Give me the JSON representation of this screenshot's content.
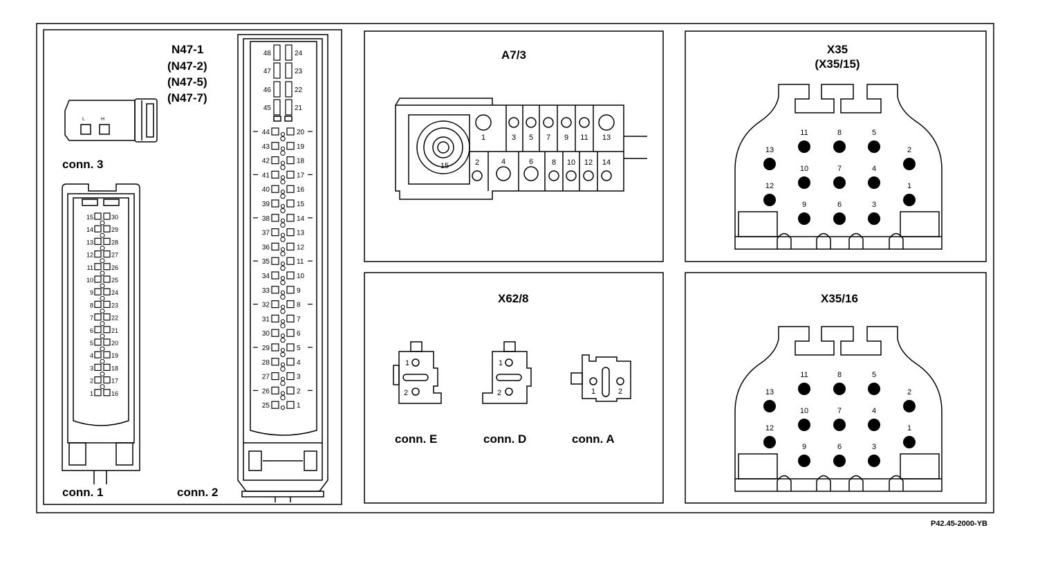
{
  "ecu": {
    "label_main": "N47-1",
    "label_alt": [
      "(N47-2)",
      "(N47-5)",
      "(N47-7)"
    ],
    "conn1_label": "conn. 1",
    "conn2_label": "conn. 2",
    "conn3_label": "conn. 3",
    "conn3_pins": [
      "L",
      "H"
    ],
    "conn1_left_pins": [
      "15",
      "14",
      "13",
      "12",
      "11",
      "10",
      "9",
      "8",
      "7",
      "6",
      "5",
      "4",
      "3",
      "2",
      "1"
    ],
    "conn1_right_pins": [
      "30",
      "29",
      "28",
      "27",
      "26",
      "25",
      "24",
      "23",
      "22",
      "21",
      "20",
      "19",
      "18",
      "17",
      "16"
    ],
    "conn2_left_pins": [
      "48",
      "47",
      "46",
      "45",
      "44",
      "43",
      "42",
      "41",
      "40",
      "39",
      "38",
      "37",
      "36",
      "35",
      "34",
      "33",
      "32",
      "31",
      "30",
      "29",
      "28",
      "27",
      "26",
      "25"
    ],
    "conn2_right_pins": [
      "24",
      "23",
      "22",
      "21",
      "20",
      "19",
      "18",
      "17",
      "16",
      "15",
      "14",
      "13",
      "12",
      "11",
      "10",
      "9",
      "8",
      "7",
      "6",
      "5",
      "4",
      "3",
      "2",
      "1"
    ]
  },
  "a73": {
    "title": "A7/3",
    "top_pins": [
      "1",
      "3",
      "5",
      "7",
      "9",
      "11",
      "13"
    ],
    "bottom_pins": [
      "2",
      "4",
      "6",
      "8",
      "10",
      "12",
      "14"
    ],
    "center_pin": "15"
  },
  "x62": {
    "title": "X62/8",
    "connectors": [
      {
        "label": "conn. E",
        "pins": [
          "1",
          "2"
        ]
      },
      {
        "label": "conn. D",
        "pins": [
          "1",
          "2"
        ]
      },
      {
        "label": "conn. A",
        "pins": [
          "1",
          "2"
        ]
      }
    ]
  },
  "x35": {
    "title": "X35",
    "subtitle": "(X35/15)",
    "pins": [
      "11",
      "8",
      "5",
      "13",
      "2",
      "10",
      "7",
      "4",
      "12",
      "1",
      "9",
      "6",
      "3"
    ]
  },
  "x3516": {
    "title": "X35/16",
    "pins": [
      "11",
      "8",
      "5",
      "13",
      "2",
      "10",
      "7",
      "4",
      "12",
      "1",
      "9",
      "6",
      "3"
    ]
  },
  "footer": {
    "ref": "P42.45-2000-YB"
  }
}
